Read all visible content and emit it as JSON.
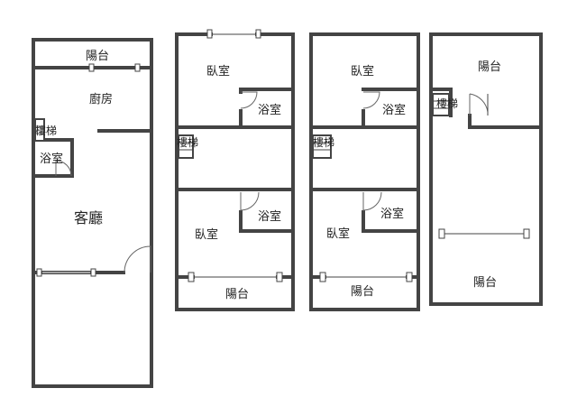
{
  "floors": [
    {
      "rooms": {
        "balcony": "陽台",
        "kitchen": "廚房",
        "stairs": "樓梯",
        "bath": "浴室",
        "living": "客廳"
      }
    },
    {
      "rooms": {
        "bedroom_top": "臥室",
        "bath_top": "浴室",
        "stairs": "樓梯",
        "bath_bottom": "浴室",
        "bedroom_bottom": "臥室",
        "balcony": "陽台"
      }
    },
    {
      "rooms": {
        "bedroom_top": "臥室",
        "bath_top": "浴室",
        "stairs": "樓梯",
        "bath_bottom": "浴室",
        "bedroom_bottom": "臥室",
        "balcony": "陽台"
      }
    },
    {
      "rooms": {
        "balcony_top": "陽台",
        "stairs": "樓梯",
        "balcony_bottom": "陽台"
      }
    }
  ]
}
